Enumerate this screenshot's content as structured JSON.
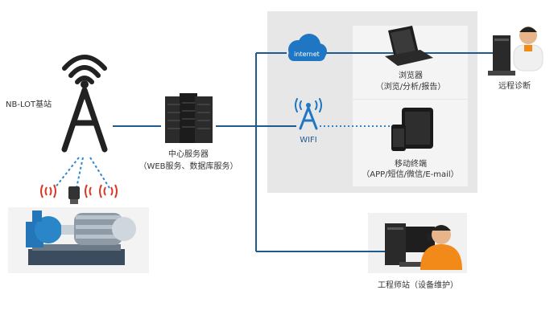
{
  "nodes": {
    "tower": {
      "label": "NB-LOT基站"
    },
    "server": {
      "label": "中心服务器",
      "sublabel": "（WEB服务、数据库服务）"
    },
    "internet": {
      "label": "internet"
    },
    "wifi": {
      "label": "WIFI"
    },
    "browser": {
      "label": "浏览器",
      "sublabel": "（浏览/分析/报告）"
    },
    "mobile": {
      "label": "移动终端",
      "sublabel": "（APP/短信/微信/E-mail）"
    },
    "remote": {
      "label": "远程诊断"
    },
    "engineer": {
      "label": "工程师站（设备维护）"
    }
  },
  "colors": {
    "line": "#1f5a8f",
    "accent": "#1f77c4",
    "dotted": "#2c86d1",
    "signal": "#d83a2a",
    "panel": "#e7e7e7",
    "dark": "#222222"
  },
  "icons": [
    "radio-tower-icon",
    "server-rack-icon",
    "cloud-icon",
    "wifi-antenna-icon",
    "laptop-icon",
    "tablet-icon",
    "phone-icon",
    "workstation-icon",
    "person-icon",
    "pump-motor-icon",
    "sensor-icon"
  ]
}
